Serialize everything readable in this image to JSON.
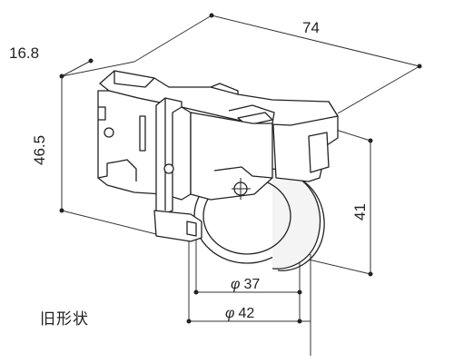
{
  "dimensions": {
    "depth": "16.8",
    "length": "74",
    "height": "46.5",
    "wheel_height": "41",
    "diameter_inner": "37",
    "diameter_outer": "42",
    "diameter_symbol": "φ"
  },
  "caption": "旧形状"
}
